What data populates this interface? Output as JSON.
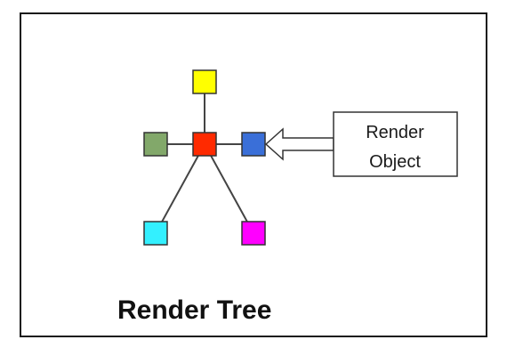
{
  "diagram": {
    "title": "Render Tree",
    "callout": {
      "line1": "Render",
      "line2": "Object"
    },
    "nodes": [
      {
        "id": "yellow",
        "color": "#ffff00"
      },
      {
        "id": "green",
        "color": "#82a86a"
      },
      {
        "id": "red",
        "color": "#ff2a00"
      },
      {
        "id": "blue",
        "color": "#3a6fd8"
      },
      {
        "id": "cyan",
        "color": "#33f0ff"
      },
      {
        "id": "magenta",
        "color": "#ff00ff"
      }
    ]
  }
}
